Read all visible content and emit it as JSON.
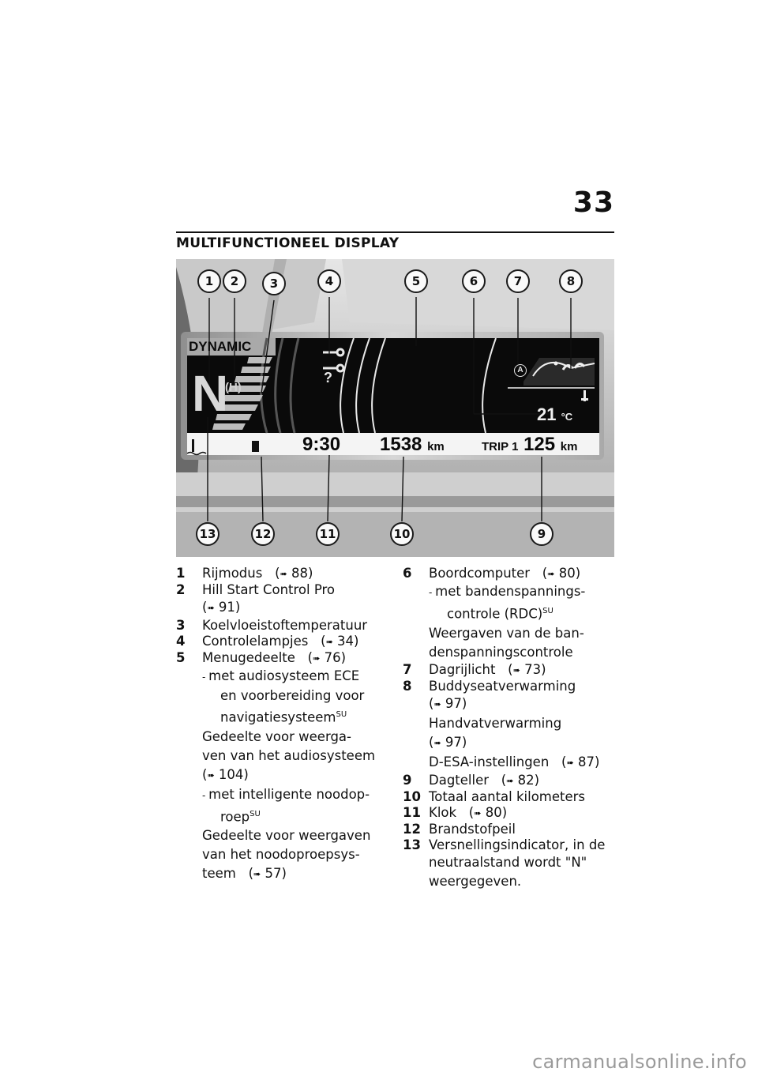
{
  "page_number": "33",
  "section_title": "MULTIFUNCTIONEEL DISPLAY",
  "display": {
    "mode": "DYNAMIC",
    "gear": "N",
    "hill_start_symbol": "(H)",
    "clock": "9:30",
    "odometer": "1538",
    "odometer_unit": "km",
    "trip_label": "TRIP 1",
    "trip_value": "125",
    "trip_unit": "km",
    "temperature": "21",
    "temperature_unit": "°C",
    "question_mark": "?",
    "auto_light_symbol": "A"
  },
  "callouts": [
    "1",
    "2",
    "3",
    "4",
    "5",
    "6",
    "7",
    "8",
    "9",
    "10",
    "11",
    "12",
    "13"
  ],
  "arrow_glyph": "➠",
  "legend": {
    "i1": {
      "num": "1",
      "text": "Rijmodus",
      "ref": "88)"
    },
    "i2": {
      "num": "2",
      "text": "Hill Start Control Pro",
      "ref": "91)"
    },
    "i3": {
      "num": "3",
      "text": "Koelvloeistoftemperatuur"
    },
    "i4": {
      "num": "4",
      "text": "Controlelampjes",
      "ref": "34)"
    },
    "i5": {
      "num": "5",
      "text": "Menugedeelte",
      "ref": "76)",
      "sub1_line1": "met audiosysteem ECE",
      "sub1_line2": "en voorbereiding voor",
      "sub1_line3": "navigatiesysteem",
      "sub1_sup": "SU",
      "desc1_line1": "Gedeelte voor weerga-",
      "desc1_line2": "ven van het audiosysteem",
      "desc1_ref": "104)",
      "sub2_line1": "met intelligente noodop-",
      "sub2_line2": "roep",
      "sub2_sup": "SU",
      "desc2_line1": "Gedeelte voor weergaven",
      "desc2_line2": "van het noodoproepsys-",
      "desc2_line3": "teem",
      "desc2_ref": "57)"
    },
    "i6": {
      "num": "6",
      "text": "Boordcomputer",
      "ref": "80)",
      "sub_line1": "met bandenspannings-",
      "sub_line2": "controle (RDC)",
      "sub_sup": "SU",
      "desc_line1": "Weergaven van de ban-",
      "desc_line2": "denspanningscontrole"
    },
    "i7": {
      "num": "7",
      "text": "Dagrijlicht",
      "ref": "73)"
    },
    "i8": {
      "num": "8",
      "text": "Buddyseatverwarming",
      "ref": "97)",
      "text2": "Handvatverwarming",
      "ref2": "97)",
      "text3": "D-ESA-instellingen",
      "ref3": "87)"
    },
    "i9": {
      "num": "9",
      "text": "Dagteller",
      "ref": "82)"
    },
    "i10": {
      "num": "10",
      "text": "Totaal aantal kilometers"
    },
    "i11": {
      "num": "11",
      "text": "Klok",
      "ref": "80)"
    },
    "i12": {
      "num": "12",
      "text": "Brandstofpeil"
    },
    "i13": {
      "num": "13",
      "text_line1": "Versnellingsindicator, in de",
      "text_line2": "neutraalstand wordt \"N\"",
      "text_line3": "weergegeven."
    }
  },
  "footer": "carmanualsonline.info"
}
